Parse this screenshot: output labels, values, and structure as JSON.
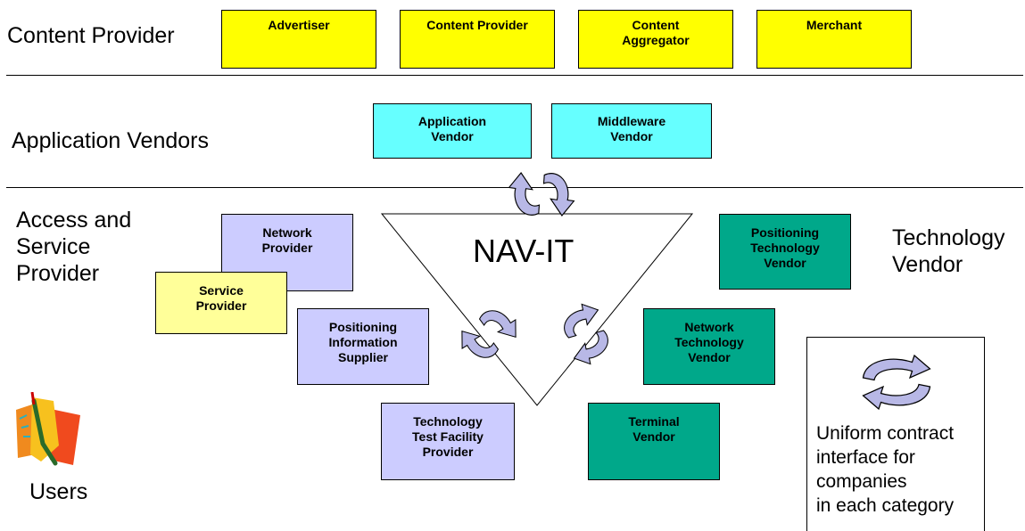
{
  "rows": {
    "content_provider": "Content Provider",
    "application_vendors": "Application Vendors",
    "access_service_provider": "Access and\nService\nProvider",
    "technology_vendor": "Technology\nVendor",
    "users": "Users"
  },
  "content_boxes": {
    "advertiser": "Advertiser",
    "content_provider": "Content Provider",
    "content_aggregator": "Content\nAggregator",
    "merchant": "Merchant"
  },
  "application_boxes": {
    "application_vendor": "Application\nVendor",
    "middleware_vendor": "Middleware\nVendor"
  },
  "access_boxes": {
    "network_provider": "Network\nProvider",
    "service_provider": "Service\nProvider",
    "positioning_information_supplier": "Positioning\nInformation\nSupplier",
    "technology_test_facility_provider": "Technology\nTest Facility\nProvider"
  },
  "technology_boxes": {
    "positioning_technology_vendor": "Positioning\nTechnology\nVendor",
    "network_technology_vendor": "Network\nTechnology\nVendor",
    "terminal_vendor": "Terminal\nVendor"
  },
  "center_label": "NAV-IT",
  "legend": {
    "text": "Uniform contract\ninterface for\ncompanies\nin each category",
    "icon": "cycle-arrows-icon"
  },
  "users_icon": "phone-clipart-icon",
  "colors": {
    "content": "#ffff00",
    "application": "#66ffff",
    "access": "#ccccff",
    "service": "#ffff99",
    "technology": "#00a88a",
    "arrows": "#b8b8e6"
  }
}
